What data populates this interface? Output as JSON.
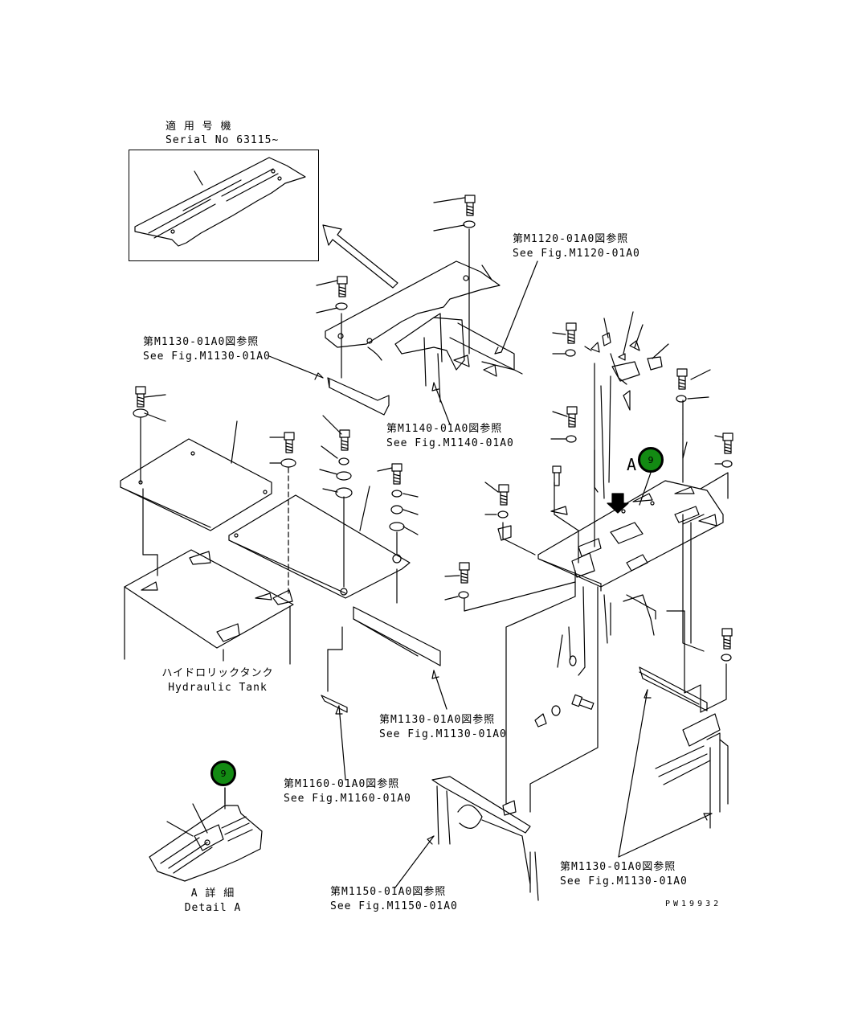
{
  "applicable_serial": {
    "jp": "適 用 号 機",
    "en": "Serial No 63115~"
  },
  "callouts": [
    {
      "id": "m1120",
      "jp": "第M1120-01A0図参照",
      "en": "See Fig.M1120-01A0"
    },
    {
      "id": "m1130a",
      "jp": "第M1130-01A0図参照",
      "en": "See Fig.M1130-01A0"
    },
    {
      "id": "m1140",
      "jp": "第M1140-01A0図参照",
      "en": "See Fig.M1140-01A0"
    },
    {
      "id": "m1130b",
      "jp": "第M1130-01A0図参照",
      "en": "See Fig.M1130-01A0"
    },
    {
      "id": "m1160",
      "jp": "第M1160-01A0図参照",
      "en": "See Fig.M1160-01A0"
    },
    {
      "id": "m1150",
      "jp": "第M1150-01A0図参照",
      "en": "See Fig.M1150-01A0"
    },
    {
      "id": "m1130c",
      "jp": "第M1130-01A0図参照",
      "en": "See Fig.M1130-01A0"
    }
  ],
  "hydraulic_tank": {
    "jp": "ハイドロリックタンク",
    "en": "Hydraulic Tank"
  },
  "detail": {
    "jp": "A 詳 細",
    "en": "Detail A"
  },
  "view_letter": "A",
  "badges": [
    {
      "number": "9"
    },
    {
      "number": "9"
    }
  ],
  "badge_color": "#138a13",
  "drawing_code": "PW19932"
}
